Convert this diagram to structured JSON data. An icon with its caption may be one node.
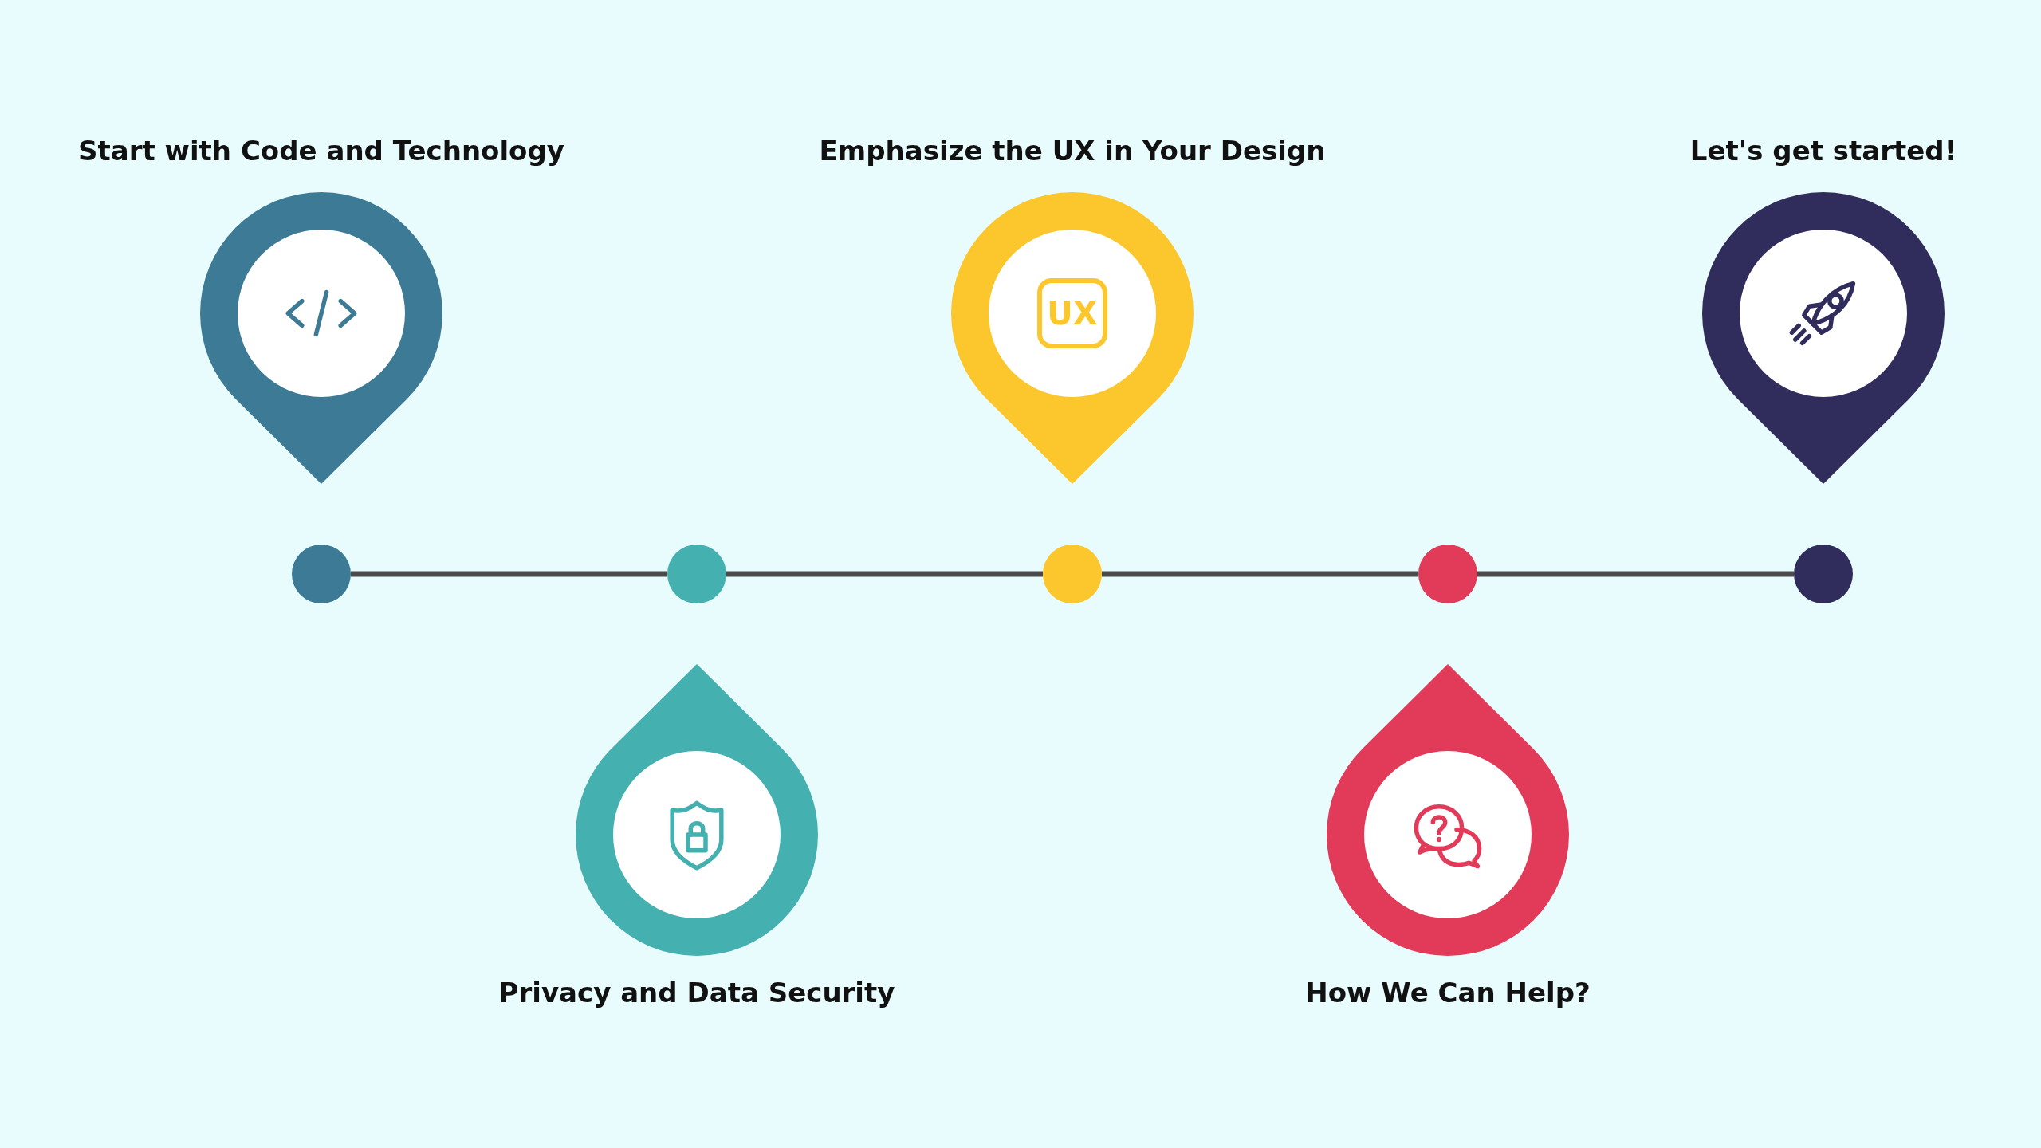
{
  "diagram": {
    "nodes": [
      {
        "text": [
          "Start with Code and Technology"
        ]
      },
      {
        "text": [
          "Emphasize the UX in Your Design",
          "UX"
        ]
      },
      {
        "text": [
          "Let's get started!"
        ]
      },
      {
        "text": [],
        "shape": "circle"
      },
      {
        "text": [],
        "shape": "circle"
      },
      {
        "text": [],
        "shape": "circle"
      },
      {
        "text": [],
        "shape": "circle"
      },
      {
        "text": [],
        "shape": "circle"
      },
      {
        "text": [
          "Privacy and Data Security"
        ]
      },
      {
        "text": [
          "How We Can Help?"
        ]
      }
    ],
    "edges": [
      {
        "from": 3,
        "to": 4,
        "arrow": "none"
      },
      {
        "from": 4,
        "to": 5,
        "arrow": "none"
      },
      {
        "from": 5,
        "to": 6,
        "arrow": "none"
      },
      {
        "from": 6,
        "to": 7,
        "arrow": "none"
      }
    ]
  }
}
